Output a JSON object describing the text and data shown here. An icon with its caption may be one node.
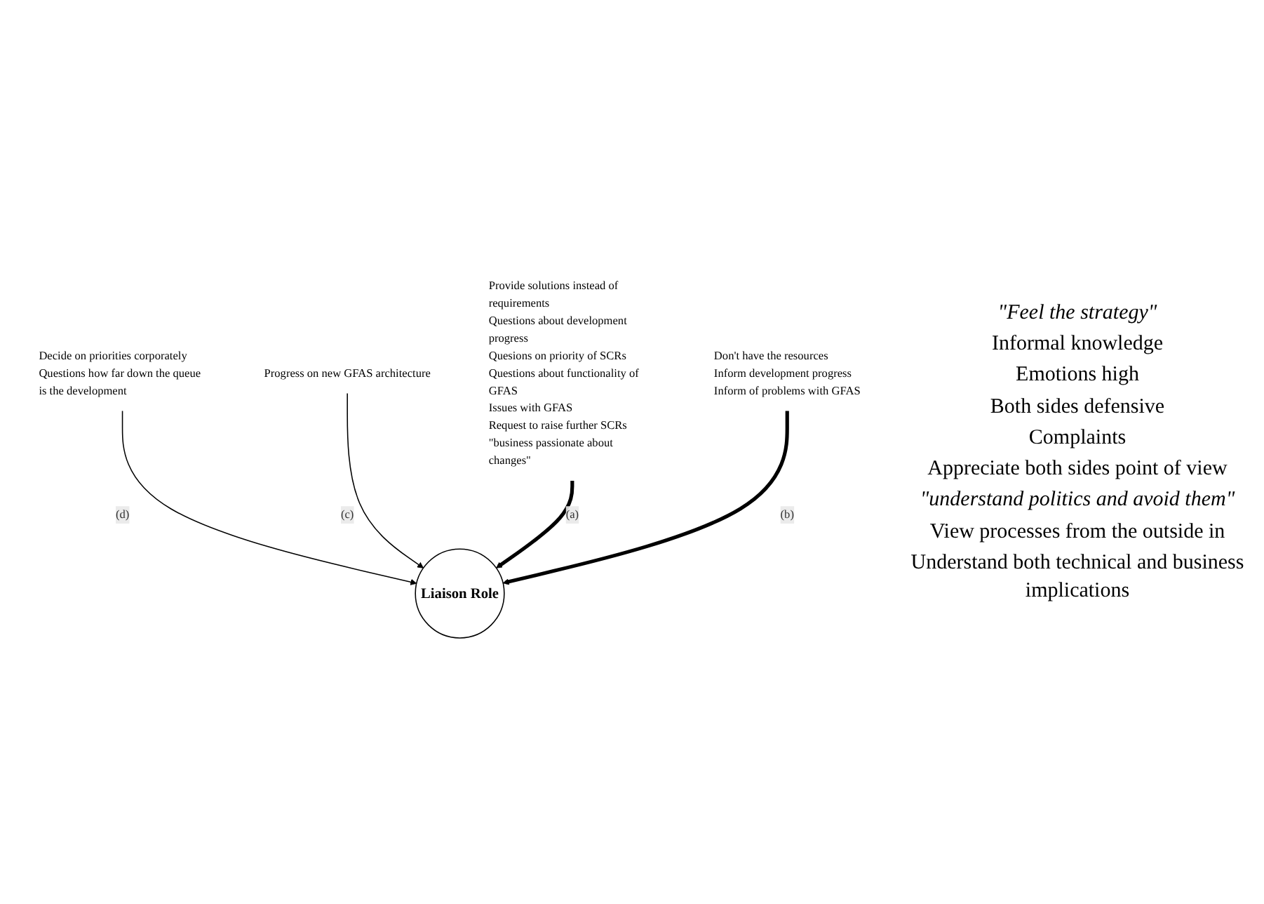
{
  "diagram": {
    "nodes": [
      {
        "text": [
          "Decide on priorities corporately",
          "Questions how far down the queue is the development"
        ]
      },
      {
        "text": [
          "Progress on new GFAS architecture"
        ]
      },
      {
        "text": [
          "Liaison Role"
        ]
      },
      {
        "text": [
          "Provide solutions instead of requirements",
          "Questions about development progress",
          "Quesions on priority of SCRs",
          "Questions about functionality of GFAS",
          "Issues with GFAS",
          "Request to raise further SCRs",
          "\"business passionate about changes\""
        ]
      },
      {
        "text": [
          "Don't have the resources",
          "Inform development progress",
          "Inform of problems with GFAS"
        ]
      }
    ],
    "edges": [
      {
        "from": 0,
        "to": 2,
        "arrow": "to",
        "label": "(d)"
      },
      {
        "from": 1,
        "to": 2,
        "arrow": "to",
        "label": "(c)"
      },
      {
        "from": 3,
        "to": 2,
        "arrow": "to",
        "label": "(a)",
        "style": "thick"
      },
      {
        "from": 4,
        "to": 2,
        "arrow": "to",
        "label": "(b)",
        "style": "thick"
      }
    ],
    "labels": [
      "\"Feel the strategy\"",
      "Informal knowledge",
      "Emotions high",
      "Both sides defensive",
      "Complaints",
      "Appreciate both sides point of view",
      "\"understand politics and avoid them\"",
      "View processes from the outside in",
      "Understand both technical and business implications"
    ]
  }
}
